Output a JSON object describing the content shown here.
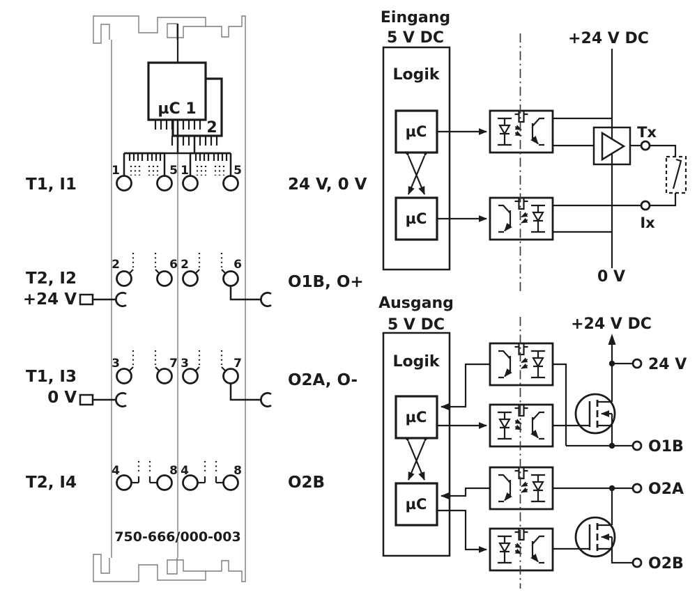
{
  "module": {
    "part_number": "750-666/000-003",
    "chip1_label": "µC 1",
    "chip2_label": "2",
    "rows": [
      {
        "left1": "T1, I1",
        "left2": "",
        "right": "24 V, 0 V",
        "pins": [
          "1",
          "5",
          "1",
          "5"
        ]
      },
      {
        "left1": "T2, I2",
        "left2": "+24 V",
        "right": "O1B, O+",
        "pins": [
          "2",
          "6",
          "2",
          "6"
        ]
      },
      {
        "left1": "T1, I3",
        "left2": "0 V",
        "right": "O2A, O-",
        "pins": [
          "3",
          "7",
          "3",
          "7"
        ]
      },
      {
        "left1": "T2, I4",
        "left2": "",
        "right": "O2B",
        "pins": [
          "4",
          "8",
          "4",
          "8"
        ]
      }
    ]
  },
  "eingang": {
    "title": "Eingang",
    "supply": "5 V DC",
    "logic_label": "Logik",
    "uc_label": "µC",
    "rail_label": "+24 V DC",
    "ground_label": "0 V",
    "tx_label": "Tx",
    "ix_label": "Ix"
  },
  "ausgang": {
    "title": "Ausgang",
    "supply": "5 V DC",
    "logic_label": "Logik",
    "uc_label": "µC",
    "rail_label": "+24 V DC",
    "terminals": [
      "24 V",
      "O1B",
      "O2A",
      "O2B"
    ]
  },
  "colors": {
    "line": "#1b1b1b",
    "housing": "#7a7a7a",
    "background": "#ffffff"
  }
}
